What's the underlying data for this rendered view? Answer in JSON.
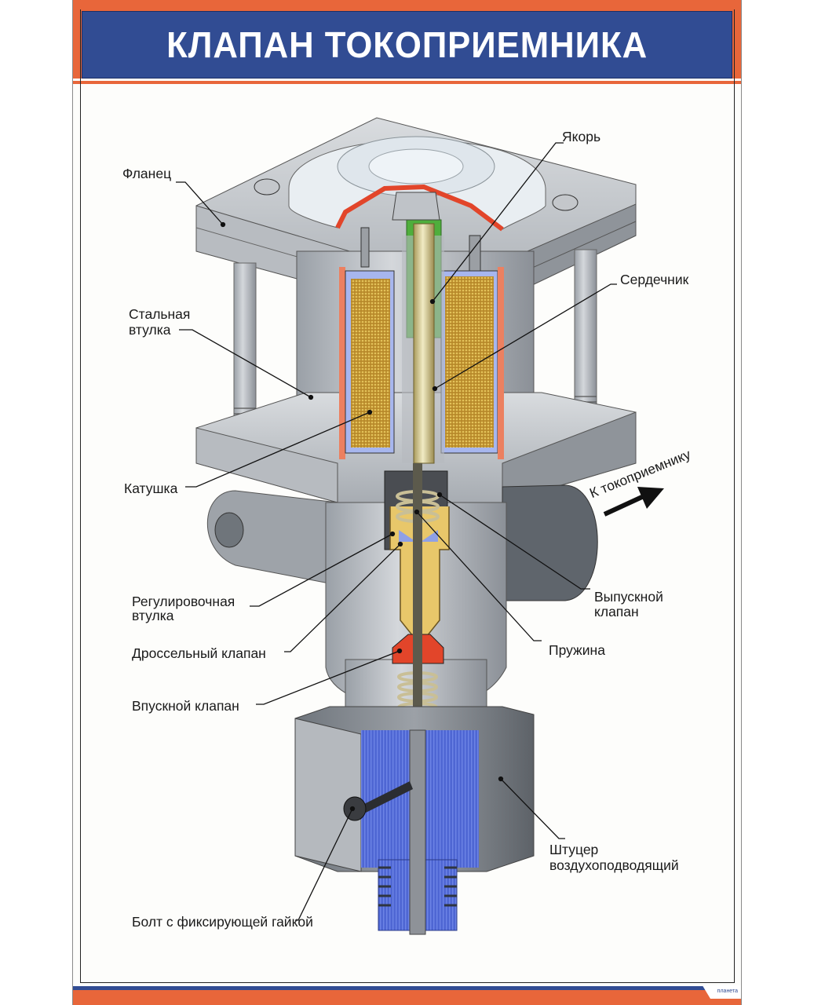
{
  "title": "КЛАПАН ТОКОПРИЕМНИКА",
  "colors": {
    "frame_orange": "#e8663a",
    "title_blue": "#314c93",
    "steel_gray": "#a9adb3",
    "coil_gold": "#c9a23a",
    "insulation_blue": "#9fb0e8",
    "section_red": "#e2452a",
    "core_green": "#4fae3c",
    "fitting_blue": "#4e66d3",
    "armature_white": "#e9eef2"
  },
  "labels": {
    "flanec": "Фланец",
    "yakor": "Якорь",
    "serdechnik": "Сердечник",
    "stalnaya_vtulka_1": "Стальная",
    "stalnaya_vtulka_2": "втулка",
    "katushka": "Катушка",
    "k_tokopriemniku": "К токоприемнику",
    "regul_vtulka_1": "Регулировочная",
    "regul_vtulka_2": "втулка",
    "vypusknoy_1": "Выпускной",
    "vypusknoy_2": "клапан",
    "drossel": "Дроссельный клапан",
    "pruzhina": "Пружина",
    "vpusknoy": "Впускной клапан",
    "shtucer_1": "Штуцер",
    "shtucer_2": "воздухоподводящий",
    "bolt": "Болт с фиксирующей гайкой"
  },
  "footer": {
    "logo_text": "планета"
  }
}
